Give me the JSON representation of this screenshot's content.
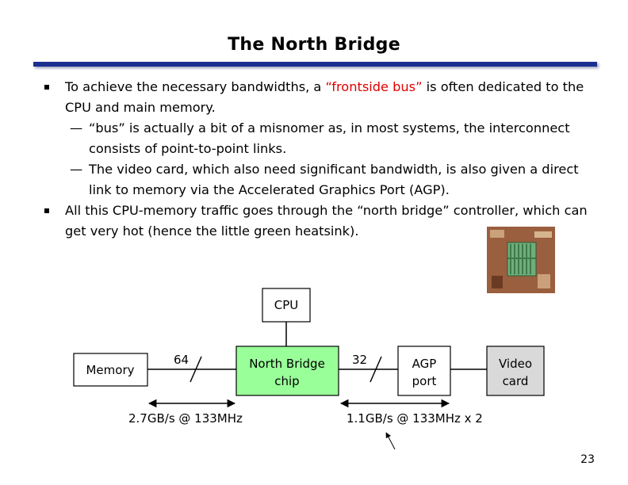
{
  "slide": {
    "title": "The North Bridge",
    "page_number": "23"
  },
  "bullets": {
    "b1_pre": "To achieve the necessary bandwidths, a ",
    "b1_highlight": "“frontside bus”",
    "b1_post": " is often dedicated to the CPU and main memory.",
    "sub1": "“bus” is actually a bit of a misnomer as, in most systems, the interconnect consists of point-to-point links.",
    "sub2": "The video card, which also need significant bandwidth, is also given a direct link to memory via the Accelerated Graphics Port (AGP).",
    "b2": "All this CPU-memory traffic goes through the “north bridge” controller, which can get very hot (hence the little green heatsink).",
    "dash": "—"
  },
  "diagram": {
    "cpu": "CPU",
    "memory": "Memory",
    "northbridge_line1": "North Bridge",
    "northbridge_line2": "chip",
    "agp_line1": "AGP",
    "agp_line2": "port",
    "video_line1": "Video",
    "video_line2": "card",
    "width_left": "64",
    "width_right": "32",
    "bandwidth_left": "2.7GB/s @ 133MHz",
    "bandwidth_right": "1.1GB/s @ 133MHz x 2"
  },
  "colors": {
    "title_rule": "#1b2f8f",
    "highlight": "#e00000",
    "northbridge_fill": "#99ff99",
    "video_fill": "#d9d9d9"
  },
  "images": {
    "heatsink_photo": "motherboard-heatsink-photo"
  }
}
